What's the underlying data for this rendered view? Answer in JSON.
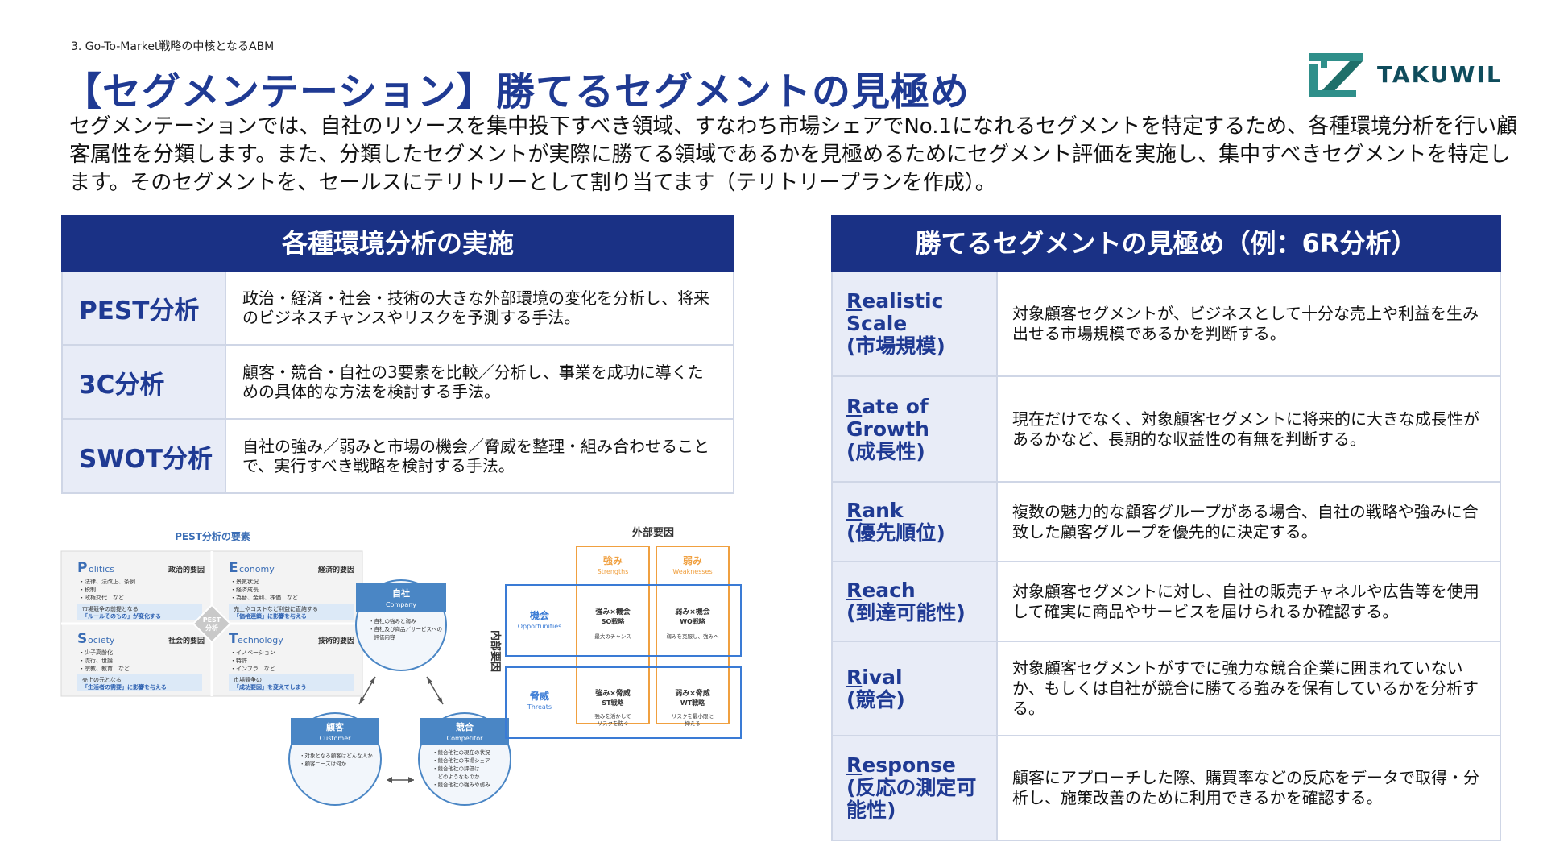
{
  "header": {
    "breadcrumb": "3. Go-To-Market戦略の中核となるABM",
    "title": "【セグメンテーション】勝てるセグメントの見極め",
    "logo_text": "TAKUWIL"
  },
  "lead": "セグメンテーションでは、自社のリソースを集中投下すべき領域、すなわち市場シェアでNo.1になれるセグメントを特定するため、各種環境分析を行い顧客属性を分類します。また、分類したセグメントが実際に勝てる領域であるかを見極めるためにセグメント評価を実施し、集中すべきセグメントを特定します。そのセグメントを、セールスにテリトリーとして割り当てます（テリトリープランを作成）。",
  "left_panel": {
    "heading": "各種環境分析の実施",
    "rows": [
      {
        "name": "PEST分析",
        "desc": "政治・経済・社会・技術の大きな外部環境の変化を分析し、将来のビジネスチャンスやリスクを予測する手法。"
      },
      {
        "name": "3C分析",
        "desc": "顧客・競合・自社の3要素を比較／分析し、事業を成功に導くための具体的な方法を検討する手法。"
      },
      {
        "name": "SWOT分析",
        "desc": "自社の強み／弱みと市場の機会／脅威を整理・組み合わせることで、実行すべき戦略を検討する手法。"
      }
    ]
  },
  "right_panel": {
    "heading": "勝てるセグメントの見極め（例：6R分析）",
    "rows": [
      {
        "initial": "R",
        "rest": "ealistic Scale",
        "jp": "(市場規模)",
        "desc": "対象顧客セグメントが、ビジネスとして十分な売上や利益を生み出せる市場規模であるかを判断する。"
      },
      {
        "initial": "R",
        "rest": "ate of Growth",
        "jp": "(成長性)",
        "desc": "現在だけでなく、対象顧客セグメントに将来的に大きな成長性があるかなど、長期的な収益性の有無を判断する。"
      },
      {
        "initial": "R",
        "rest": "ank",
        "jp": "(優先順位)",
        "desc": "複数の魅力的な顧客グループがある場合、自社の戦略や強みに合致した顧客グループを優先的に決定する。"
      },
      {
        "initial": "R",
        "rest": "each",
        "jp": "(到達可能性)",
        "desc": "対象顧客セグメントに対し、自社の販売チャネルや広告等を使用して確実に商品やサービスを届けられるか確認する。"
      },
      {
        "initial": "R",
        "rest": "ival",
        "jp": "(競合)",
        "desc": "対象顧客セグメントがすでに強力な競合企業に囲まれていないか、もしくは自社が競合に勝てる強みを保有しているかを分析する。"
      },
      {
        "initial": "R",
        "rest": "esponse",
        "jp": "(反応の測定可能性)",
        "desc": "顧客にアプローチした際、購買率などの反応をデータで取得・分析し、施策改善のために利用できるかを確認する。"
      }
    ]
  },
  "pest": {
    "title": "PEST分析の要素",
    "center": [
      "PEST",
      "分析"
    ],
    "quadrants": [
      {
        "cap": "P",
        "word": "olitics",
        "jp": "政治的要因",
        "items": [
          "・法律、法改正、条例",
          "・税制",
          "・政権交代…など"
        ],
        "note1": "市場競争の前提となる",
        "note2": "「ルールそのもの」が変化する"
      },
      {
        "cap": "E",
        "word": "conomy",
        "jp": "経済的要因",
        "items": [
          "・景気状況",
          "・経済成長",
          "・為替、金利、株価…など"
        ],
        "note1": "売上やコストなど利益に直結する",
        "note2": "「価格連鎖」に影響を与える"
      },
      {
        "cap": "S",
        "word": "ociety",
        "jp": "社会的要因",
        "items": [
          "・少子高齢化",
          "・流行、世論",
          "・宗教、教育…など"
        ],
        "note1": "売上の元となる",
        "note2": "「生活者の需要」に影響を与える"
      },
      {
        "cap": "T",
        "word": "echnology",
        "jp": "技術的要因",
        "items": [
          "・イノベーション",
          "・特許",
          "・インフラ…など"
        ],
        "note1": "市場競争の",
        "note2": "「成功要因」を変えてしまう"
      }
    ]
  },
  "threec": {
    "company": {
      "jp": "自社",
      "en": "Company",
      "items": [
        "・自社の強みと弱み",
        "・自社及び商品／サービスへの",
        "　評価内容"
      ]
    },
    "customer": {
      "jp": "顧客",
      "en": "Customer",
      "items": [
        "・対象となる顧客はどんな人か",
        "・顧客ニーズは何か"
      ]
    },
    "competitor": {
      "jp": "競合",
      "en": "Competitor",
      "items": [
        "・競合他社の現在の状況",
        "・競合他社の市場シェア",
        "・競合他社の評価は",
        "　どのようなものか",
        "・競合他社の強みや弱み"
      ]
    }
  },
  "swot": {
    "external": "外部要因",
    "internal": "内部要因",
    "strengths": {
      "jp": "強み",
      "en": "Strengths"
    },
    "weaknesses": {
      "jp": "弱み",
      "en": "Weaknesses"
    },
    "opportunities": {
      "jp": "機会",
      "en": "Opportunities"
    },
    "threats": {
      "jp": "脅威",
      "en": "Threats"
    },
    "so": {
      "t1": "強み×機会",
      "t2": "SO戦略",
      "t3": "最大のチャンス"
    },
    "wo": {
      "t1": "弱み×機会",
      "t2": "WO戦略",
      "t3": "弱みを克服し、強みへ"
    },
    "st": {
      "t1": "強み×脅威",
      "t2": "ST戦略",
      "t3": "強みを活かして",
      "t4": "リスクを防ぐ"
    },
    "wt": {
      "t1": "弱み×脅威",
      "t2": "WT戦略",
      "t3": "リスクを最小限に",
      "t4": "抑える"
    }
  },
  "colors": {
    "navy": "#1a3185",
    "title_blue": "#1f3a93",
    "key_bg": "#e8ecf7",
    "orange": "#f0a040",
    "blue": "#3a7bd5",
    "circle": "#4a86c5"
  }
}
